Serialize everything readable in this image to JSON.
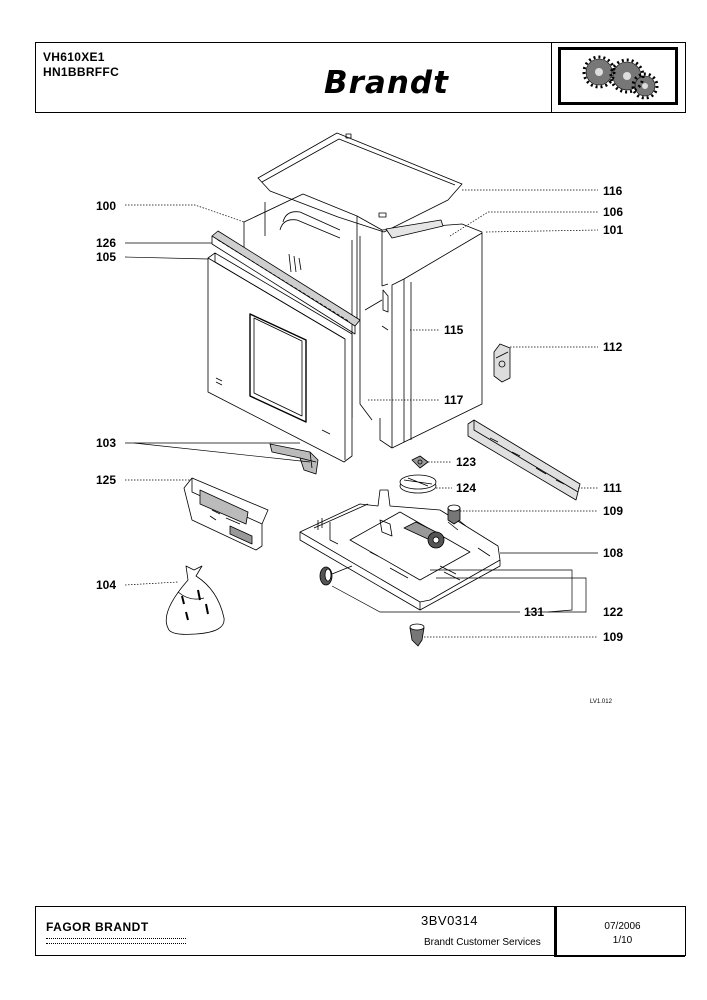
{
  "header": {
    "model_line_1": "VH610XE1",
    "model_line_2": "HN1BBRFFC",
    "brand": "Brandt",
    "thumbnail_icon": "gear-cluster-thumbnail"
  },
  "diagram": {
    "figure_ref": "LV1.012",
    "callouts": {
      "c100": "100",
      "c126": "126",
      "c105": "105",
      "c103": "103",
      "c125": "125",
      "c104": "104",
      "c116": "116",
      "c106": "106",
      "c101": "101",
      "c115": "115",
      "c112": "112",
      "c117": "117",
      "c123": "123",
      "c124": "124",
      "c111": "111",
      "c109a": "109",
      "c108": "108",
      "c131": "131",
      "c122": "122",
      "c109b": "109"
    }
  },
  "footer": {
    "company_logo": "FAGOR BRANDT",
    "document_ref": "3BV0314",
    "service": "Brandt Customer Services",
    "date": "07/2006",
    "page": "1/10"
  }
}
